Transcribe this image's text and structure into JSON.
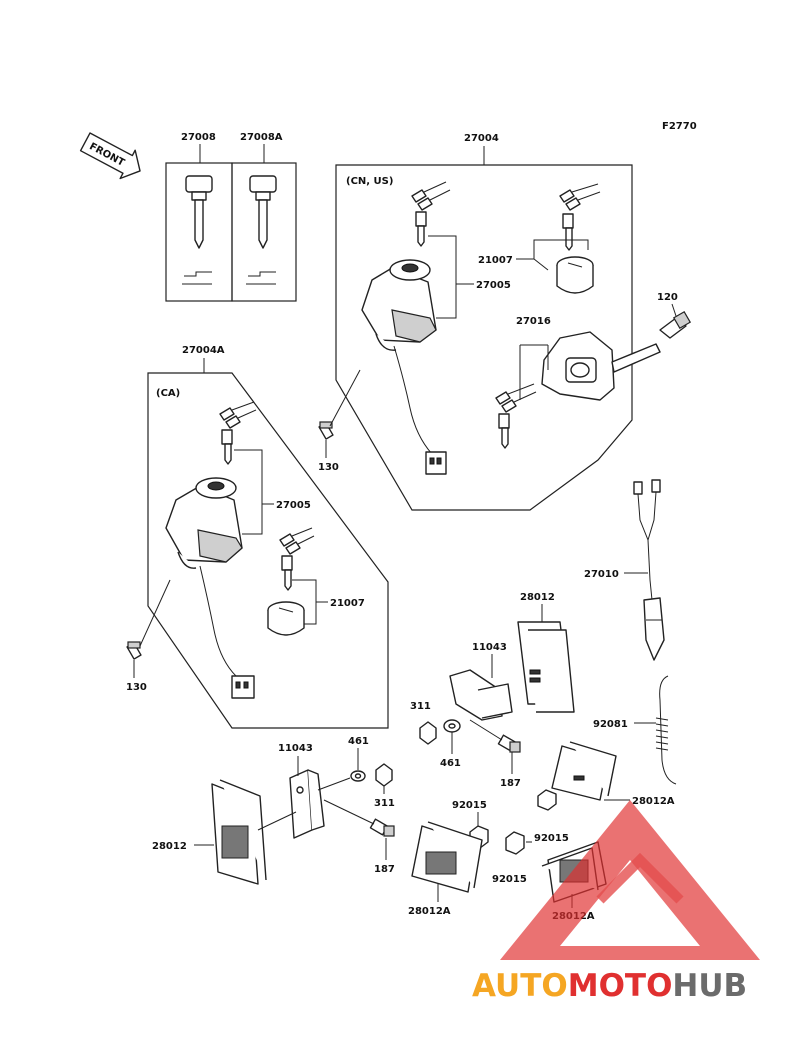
{
  "figure_code": "F2770",
  "front_label": "FRONT",
  "groups": {
    "keys_a": "27008",
    "keys_b": "27008A",
    "main_set": "27004",
    "main_set_region": "(CN, US)",
    "ca_set": "27004A",
    "ca_set_region": "(CA)"
  },
  "callouts": {
    "lock_set_top": "21007",
    "switch_top": "27005",
    "seat_lock": "27016",
    "bolt_right": "120",
    "bolt_top": "130",
    "switch_ca": "27005",
    "lock_set_ca": "21007",
    "bolt_ca": "130",
    "lead_wire": "27010",
    "reflector_panel": "28012",
    "bracket_center": "11043",
    "bracket_center_nut": "311",
    "bracket_center_washer": "461",
    "bracket_center_bolt": "187",
    "spring": "92081",
    "reflector_right": "28012A",
    "bracket_left": "11043",
    "washer_left": "461",
    "nut_left": "311",
    "reflector_left": "28012",
    "bolt_left": "187",
    "nut_center_1": "92015",
    "reflector_center": "28012A",
    "nut_center_2": "92015",
    "nut_center_3": "92015",
    "reflector_bottom_right": "28012A"
  },
  "watermark": {
    "part1": "AUTO",
    "part2": "MOTO",
    "part3": "HUB",
    "color_orange": "#f5a623",
    "color_red": "#e03030",
    "color_gray": "#6b6b6b"
  }
}
